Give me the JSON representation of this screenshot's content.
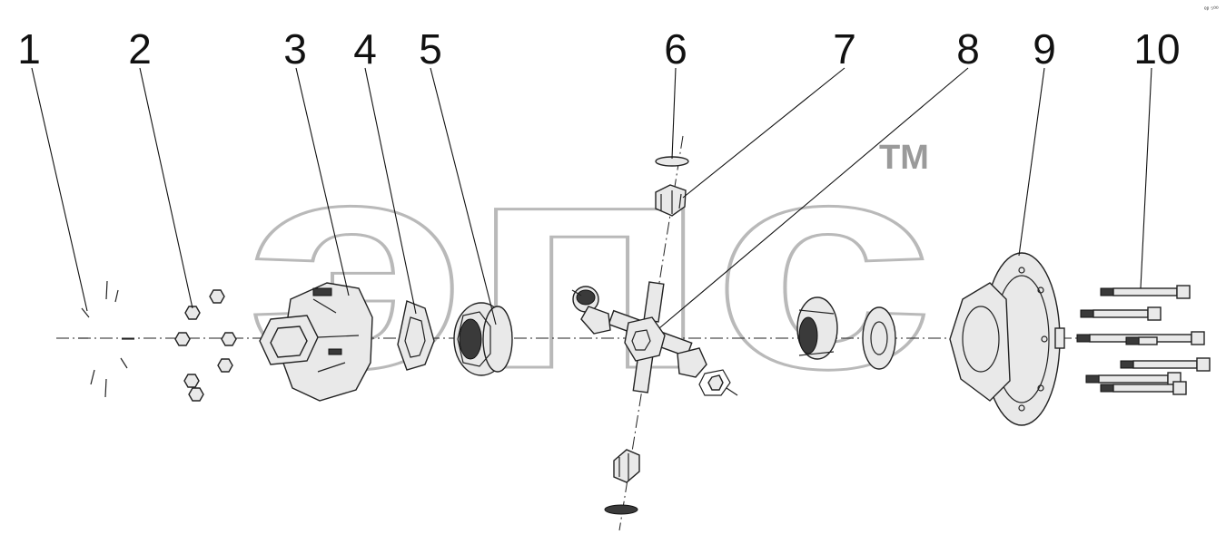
{
  "watermark": {
    "text": "эпс",
    "trademark": "TM"
  },
  "corner_mark": "ᵉᵖ ⁵⁰⁰",
  "callouts": [
    {
      "number": "1"
    },
    {
      "number": "2"
    },
    {
      "number": "3"
    },
    {
      "number": "4"
    },
    {
      "number": "5"
    },
    {
      "number": "6"
    },
    {
      "number": "7"
    },
    {
      "number": "8"
    },
    {
      "number": "9"
    },
    {
      "number": "10"
    }
  ],
  "colors": {
    "line": "#111111",
    "watermark": "#b9b9b9",
    "part_fill": "#e9e9e9"
  }
}
